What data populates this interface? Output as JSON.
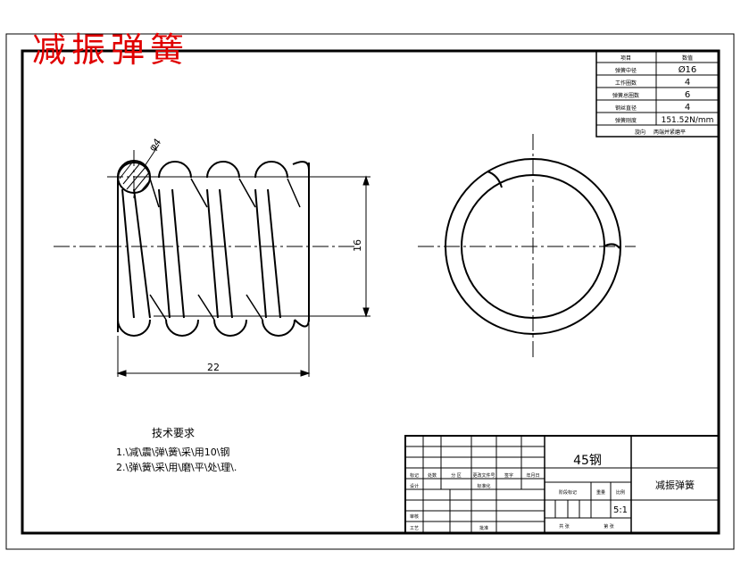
{
  "drawing": {
    "title": "减振弹簧",
    "dimensions": {
      "wire_diameter": "φ4",
      "height": "16",
      "length": "22"
    },
    "spec_table": {
      "header": [
        "项目",
        "数值"
      ],
      "rows": [
        {
          "label": "弹簧中径",
          "value": "Ø16"
        },
        {
          "label": "工作圈数",
          "value": "4"
        },
        {
          "label": "弹簧总圈数",
          "value": "6"
        },
        {
          "label": "钢丝直径",
          "value": "4"
        },
        {
          "label": "弹簧刚度",
          "value": "151.52N/mm"
        }
      ],
      "footer": {
        "label": "旋向",
        "value": "两端并紧磨平"
      }
    },
    "tech_requirements": {
      "title": "技术要求",
      "items": [
        "1.\\减\\震\\弹\\簧\\采\\用10\\钢",
        "2.\\弹\\簧\\采\\用\\磨\\平\\处\\理\\."
      ]
    },
    "title_block": {
      "material": "45钢",
      "part_name": "减振弹簧",
      "scale": "5:1",
      "labels": {
        "mark": "标记",
        "count": "处数",
        "zone": "分 区",
        "doc_no": "更改文件号",
        "signature": "签字",
        "date": "年月日",
        "design": "设计",
        "standardization": "标准化",
        "review": "审核",
        "process": "工艺",
        "approve": "批准",
        "stage_mark": "阶段标记",
        "weight": "重量",
        "ratio": "比例",
        "sheets_total": "共 张",
        "sheet_no": "第 张"
      }
    }
  }
}
